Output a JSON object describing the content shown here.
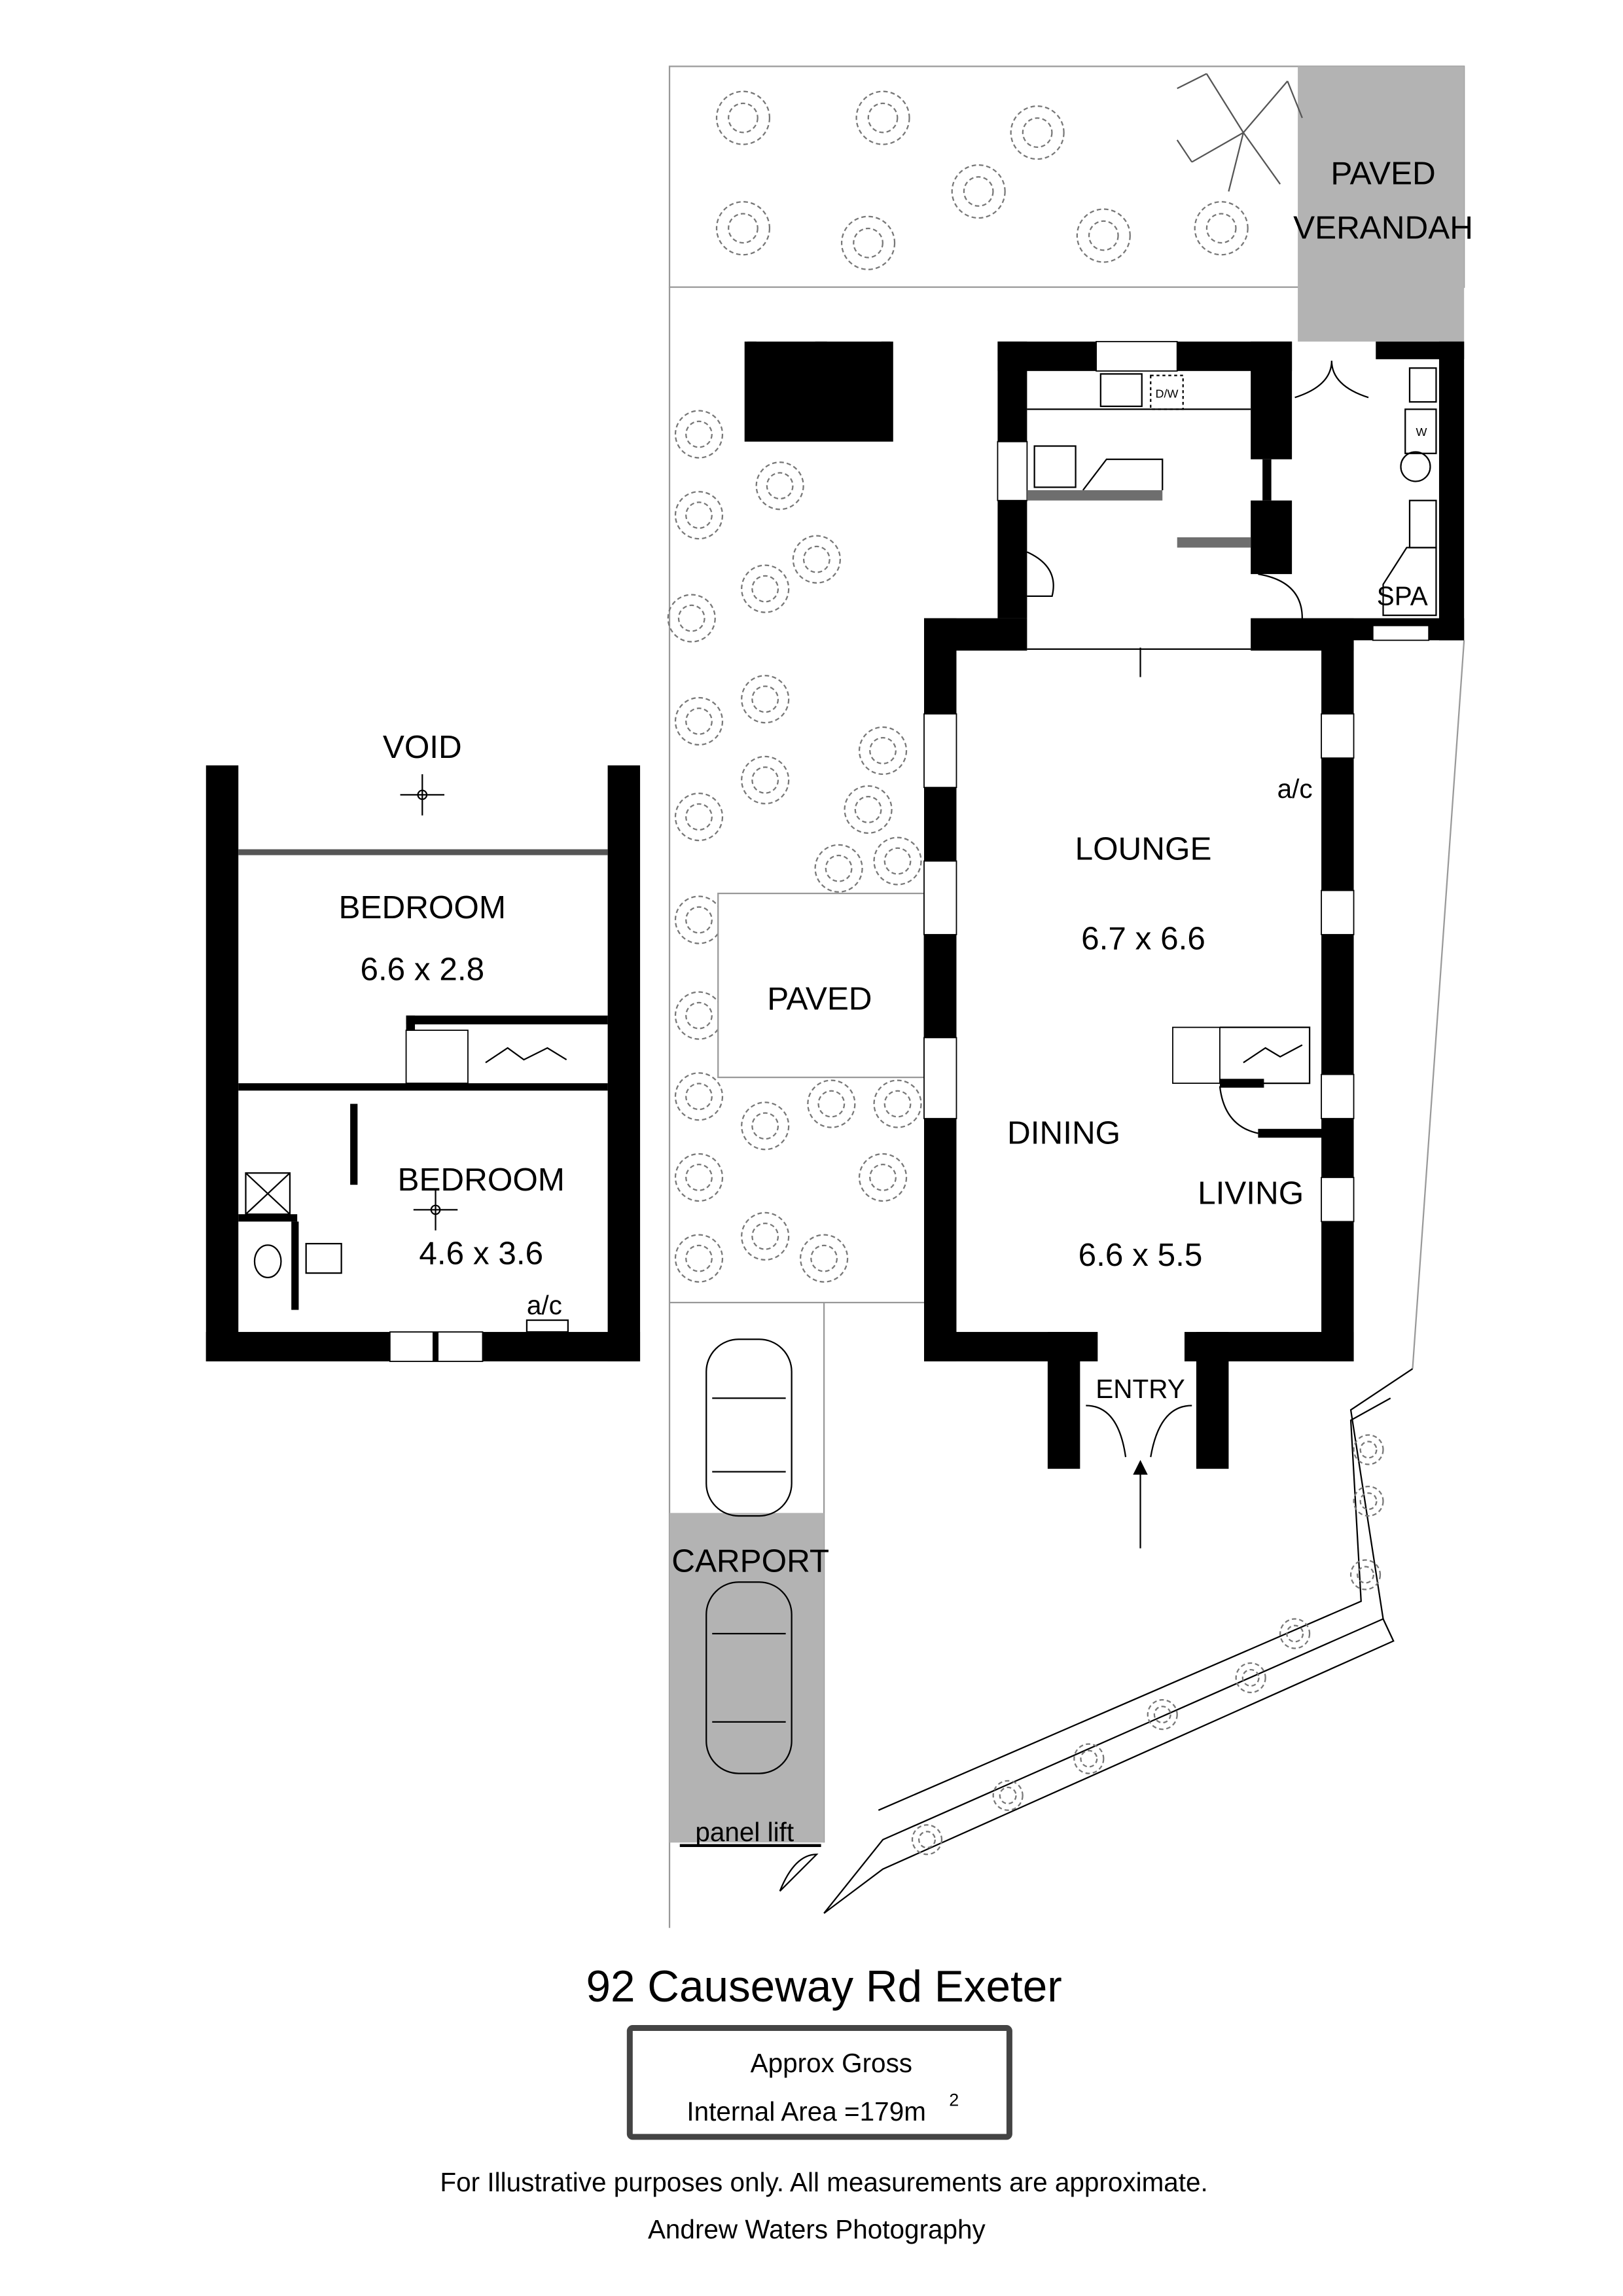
{
  "title": "92 Causeway Rd Exeter",
  "area_box": {
    "line1": "Approx Gross",
    "line2": "Internal Area =179m",
    "sup": "2"
  },
  "disclaimer": "For Illustrative purposes only. All measurements are approximate.",
  "credit": "Andrew Waters Photography",
  "ground_floor": {
    "paved_verandah": [
      "PAVED",
      "VERANDAH"
    ],
    "spa": "SPA",
    "dishwasher": "D/W",
    "washer": "W",
    "lounge": {
      "name": "LOUNGE",
      "size": "6.7 x 6.6"
    },
    "dining": "DINING",
    "living": {
      "name": "LIVING",
      "size": "6.6 x 5.5"
    },
    "entry": "ENTRY",
    "ac": "a/c",
    "paved": "PAVED",
    "carport": "CARPORT",
    "panel_lift": "panel lift"
  },
  "upper_floor": {
    "void": "VOID",
    "bedroom1": {
      "name": "BEDROOM",
      "size": "6.6 x 2.8"
    },
    "bedroom2": {
      "name": "BEDROOM",
      "size": "4.6 x 3.6"
    },
    "ac": "a/c"
  },
  "colors": {
    "wall": "#000000",
    "paved": "#b3b3b3",
    "box_border": "#444444",
    "counter": "#6e6e6e"
  }
}
